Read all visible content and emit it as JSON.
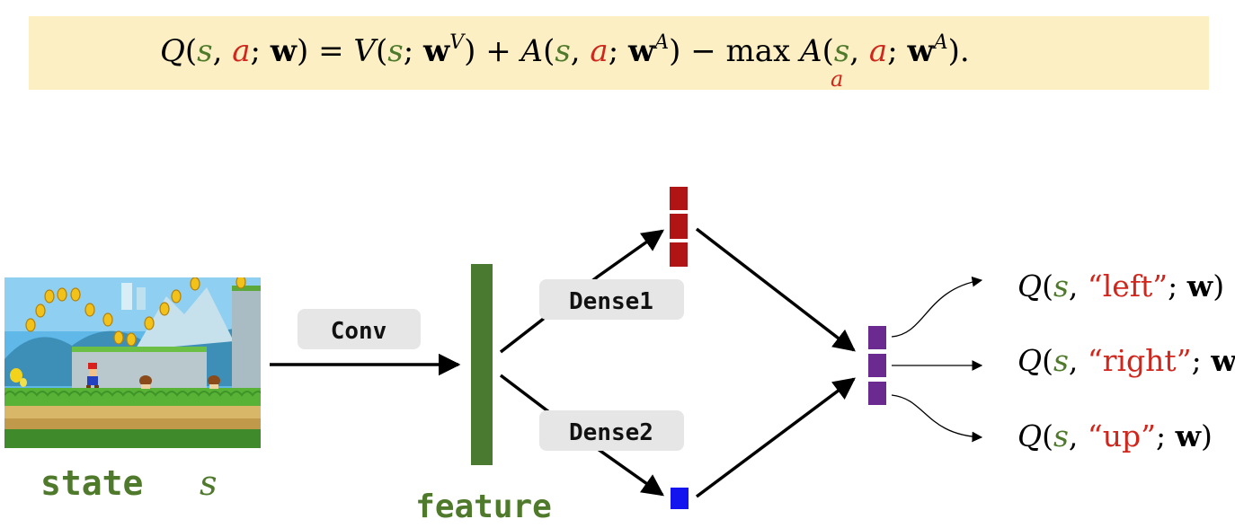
{
  "formula": {
    "Q": "Q",
    "s": "s",
    "a": "a",
    "w": "w",
    "V": "V",
    "A": "A",
    "sup_V": "V",
    "sup_A": "A",
    "max": "max",
    "max_sub": "a",
    "period": "."
  },
  "labels": {
    "conv": "Conv",
    "dense1": "Dense1",
    "dense2": "Dense2",
    "state_word": "state",
    "state_var": "s",
    "feature": "feature"
  },
  "outputs": [
    {
      "action": "“left”"
    },
    {
      "action": "“right”"
    },
    {
      "action": "“up”"
    }
  ],
  "colors": {
    "formula_bg": "#fbefc3",
    "state_green": "#4f7a2c",
    "action_red": "#d0261c",
    "feature_green": "#4a7a30",
    "advantage_red": "#b01414",
    "value_blue": "#1414ee",
    "output_purple": "#6a2a90",
    "tag_gray": "#e6e6e6"
  },
  "icons": {
    "game_image": "mario-game-screenshot"
  }
}
